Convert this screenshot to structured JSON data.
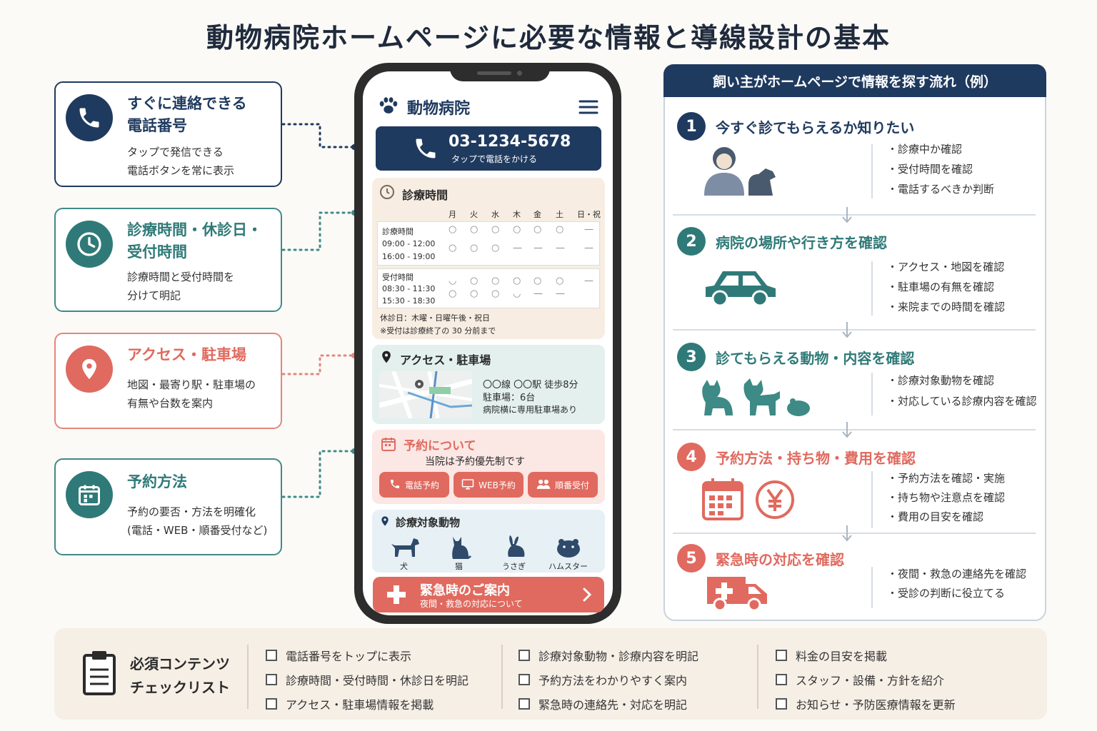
{
  "title": "動物病院ホームページに必要な情報と導線設計の基本",
  "colors": {
    "navy": "#1f3a5f",
    "teal": "#2f7a78",
    "coral": "#e06a5f"
  },
  "left_cards": [
    {
      "title1": "すぐに連絡できる",
      "title2": "電話番号",
      "desc1": "タップで発信できる",
      "desc2": "電話ボタンを常に表示",
      "icon": "phone-icon"
    },
    {
      "title1": "診療時間・休診日・",
      "title2": "受付時間",
      "desc1": "診療時間と受付時間を",
      "desc2": "分けて明記",
      "icon": "clock-icon"
    },
    {
      "title1": "アクセス・駐車場",
      "desc1": "地図・最寄り駅・駐車場の",
      "desc2": "有無や台数を案内",
      "icon": "location-pin-icon"
    },
    {
      "title1": "予約方法",
      "desc1": "予約の要否・方法を明確化",
      "desc2": "(電話・WEB・順番受付など)",
      "icon": "calendar-icon"
    }
  ],
  "phone": {
    "app_title": "動物病院",
    "call_number": "03-1234-5678",
    "call_sub": "タップで電話をかける",
    "hours": {
      "title": "診療時間",
      "days": [
        "月",
        "火",
        "水",
        "木",
        "金",
        "土",
        "日・祝"
      ],
      "consult_label": "診療時間",
      "consult_times": [
        "09:00 - 12:00",
        "16:00 - 19:00"
      ],
      "consult_marks": [
        [
          "○",
          "○",
          "○",
          "○",
          "○",
          "○",
          "—"
        ],
        [
          "○",
          "○",
          "○",
          "—",
          "—",
          "—",
          "—"
        ]
      ],
      "reception_label": "受付時間",
      "reception_times": [
        "08:30 - 11:30",
        "15:30 - 18:30"
      ],
      "reception_marks": [
        [
          "◡",
          "○",
          "○",
          "○",
          "○",
          "○",
          "—"
        ],
        [
          "○",
          "○",
          "○",
          "◡",
          "—",
          "—",
          ""
        ]
      ],
      "closed": "休診日：木曜・日曜午後・祝日",
      "note": "※受付は診療終了の 30 分前まで"
    },
    "access": {
      "title": "アクセス・駐車場",
      "line1": "〇〇線 〇〇駅 徒歩8分",
      "line2": "駐車場：6台",
      "line3": "病院横に専用駐車場あり"
    },
    "reserve": {
      "title": "予約について",
      "sub": "当院は予約優先制です",
      "btn_phone": "電話予約",
      "btn_web": "WEB予約",
      "btn_order": "順番受付"
    },
    "animals": {
      "title": "診療対象動物",
      "items": [
        "犬",
        "猫",
        "うさぎ",
        "ハムスター"
      ]
    },
    "emergency": {
      "title": "緊急時のご案内",
      "sub": "夜間・救急の対応について"
    }
  },
  "flow": {
    "header": "飼い主がホームページで情報を探す流れ（例）",
    "steps": [
      {
        "num": "1",
        "title": "今すぐ診てもらえるか知りたい",
        "bullets": [
          "・診療中か確認",
          "・受付時間を確認",
          "・電話するべきか判断"
        ]
      },
      {
        "num": "2",
        "title": "病院の場所や行き方を確認",
        "bullets": [
          "・アクセス・地図を確認",
          "・駐車場の有無を確認",
          "・来院までの時間を確認"
        ]
      },
      {
        "num": "3",
        "title": "診てもらえる動物・内容を確認",
        "bullets": [
          "・診療対象動物を確認",
          "・対応している診療内容を確認"
        ]
      },
      {
        "num": "4",
        "title": "予約方法・持ち物・費用を確認",
        "bullets": [
          "・予約方法を確認・実施",
          "・持ち物や注意点を確認",
          "・費用の目安を確認"
        ]
      },
      {
        "num": "5",
        "title": "緊急時の対応を確認",
        "bullets": [
          "・夜間・救急の連絡先を確認",
          "・受診の判断に役立てる"
        ]
      }
    ]
  },
  "checklist": {
    "title1": "必須コンテンツ",
    "title2": "チェックリスト",
    "items": [
      "電話番号をトップに表示",
      "診療時間・受付時間・休診日を明記",
      "アクセス・駐車場情報を掲載",
      "診療対象動物・診療内容を明記",
      "予約方法をわかりやすく案内",
      "緊急時の連絡先・対応を明記",
      "料金の目安を掲載",
      "スタッフ・設備・方針を紹介",
      "お知らせ・予防医療情報を更新"
    ]
  }
}
